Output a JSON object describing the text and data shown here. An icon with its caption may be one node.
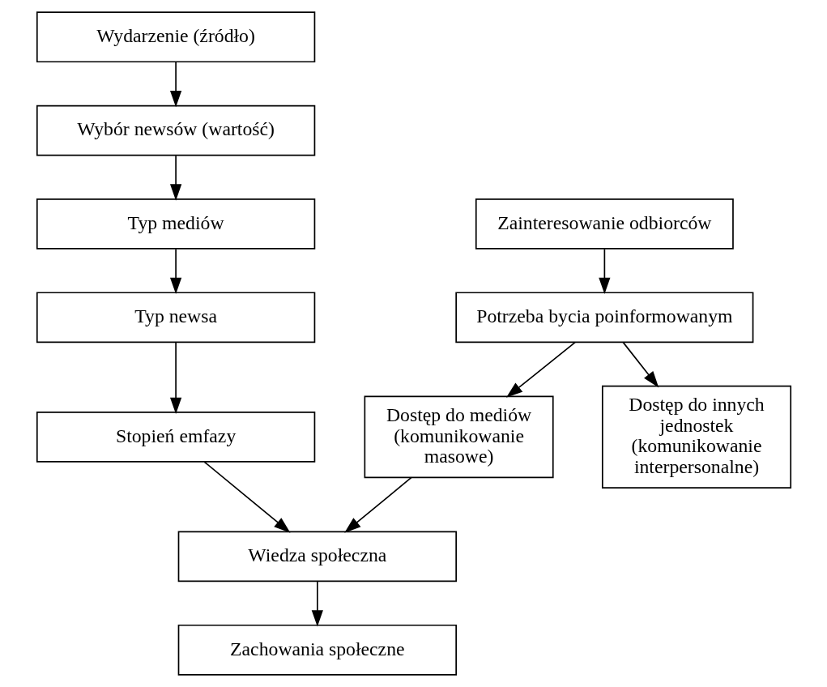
{
  "diagram": {
    "nodes": [
      {
        "text": [
          "Wydarzenie (źródło)"
        ]
      },
      {
        "text": [
          "Wybór newsów (wartość)"
        ]
      },
      {
        "text": [
          "Typ mediów"
        ]
      },
      {
        "text": [
          "Typ newsa"
        ]
      },
      {
        "text": [
          "Stopień emfazy"
        ]
      },
      {
        "text": [
          "Zainteresowanie odbiorców"
        ]
      },
      {
        "text": [
          "Potrzeba bycia poinformowanym"
        ]
      },
      {
        "text": [
          "Dostęp do mediów (komunikowanie masowe)"
        ]
      },
      {
        "text": [
          "Dostęp do innych jednostek (komunikowanie interpersonalne)"
        ]
      },
      {
        "text": [
          "Wiedza społeczna"
        ]
      },
      {
        "text": [
          "Zachowania społeczne"
        ]
      }
    ],
    "edges": [
      {
        "from": 0,
        "to": 1,
        "arrow": "to"
      },
      {
        "from": 1,
        "to": 2,
        "arrow": "to"
      },
      {
        "from": 2,
        "to": 3,
        "arrow": "to"
      },
      {
        "from": 3,
        "to": 4,
        "arrow": "to"
      },
      {
        "from": 5,
        "to": 6,
        "arrow": "to"
      },
      {
        "from": 6,
        "to": 7,
        "arrow": "to"
      },
      {
        "from": 6,
        "to": 8,
        "arrow": "to"
      },
      {
        "from": 4,
        "to": 9,
        "arrow": "to"
      },
      {
        "from": 7,
        "to": 9,
        "arrow": "to"
      },
      {
        "from": 9,
        "to": 10,
        "arrow": "to"
      }
    ]
  }
}
